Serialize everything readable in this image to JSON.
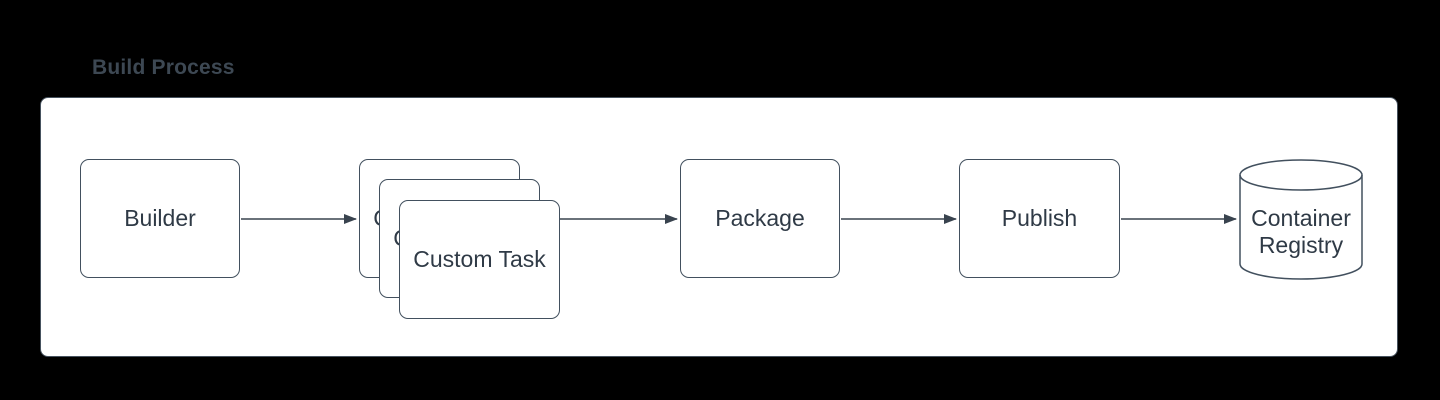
{
  "title": "Build Process",
  "colors": {
    "page_background": "#000000",
    "panel_background": "#ffffff",
    "stroke": "#42505e",
    "text": "#2f3a46",
    "title_text": "#3d4853"
  },
  "diagram": {
    "nodes": [
      {
        "id": "builder",
        "label": "Builder",
        "shape": "rounded-rectangle"
      },
      {
        "id": "custom-task",
        "label": "Custom Task",
        "shape": "stacked-rounded-rectangles",
        "stack_count": 3
      },
      {
        "id": "package",
        "label": "Package",
        "shape": "rounded-rectangle"
      },
      {
        "id": "publish",
        "label": "Publish",
        "shape": "rounded-rectangle"
      },
      {
        "id": "container-registry",
        "label": "Container Registry",
        "label_lines": {
          "line1": "Container",
          "line2": "Registry"
        },
        "shape": "cylinder"
      }
    ],
    "edges": [
      {
        "from": "builder",
        "to": "custom-task"
      },
      {
        "from": "custom-task",
        "to": "package"
      },
      {
        "from": "package",
        "to": "publish"
      },
      {
        "from": "publish",
        "to": "container-registry"
      }
    ]
  }
}
